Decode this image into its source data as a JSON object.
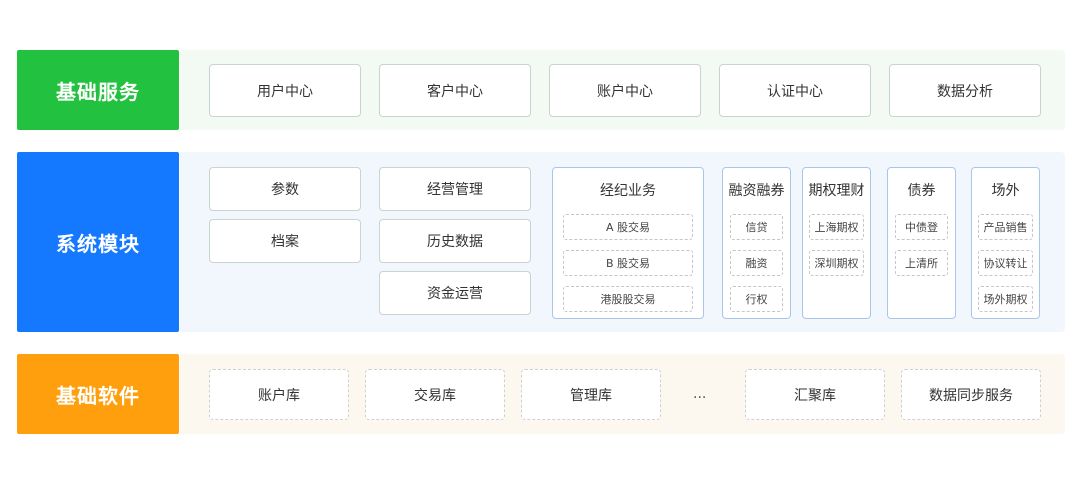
{
  "colors": {
    "basic_services": "#22c13f",
    "system_modules": "#1479ff",
    "basic_software": "#ff9f0d",
    "bg_green": "#f3faf4",
    "bg_blue": "#f2f7fd",
    "bg_orange": "#fdf8ef"
  },
  "basic_services": {
    "label": "基础服务",
    "items": [
      "用户中心",
      "客户中心",
      "账户中心",
      "认证中心",
      "数据分析"
    ]
  },
  "system_modules": {
    "label": "系统模块",
    "col1": [
      "参数",
      "档案"
    ],
    "col2": [
      "经营管理",
      "历史数据",
      "资金运营"
    ],
    "brokerage": {
      "title": "经纪业务",
      "items": [
        "A 股交易",
        "B 股交易",
        "港股股交易"
      ]
    },
    "margin": {
      "title": "融资融券",
      "items": [
        "信贷",
        "融资",
        "行权"
      ]
    },
    "options": {
      "title": "期权理财",
      "items": [
        "上海期权",
        "深圳期权"
      ]
    },
    "bonds": {
      "title": "债券",
      "items": [
        "中债登",
        "上清所"
      ]
    },
    "otc": {
      "title": "场外",
      "items": [
        "产品销售",
        "协议转让",
        "场外期权"
      ]
    }
  },
  "basic_software": {
    "label": "基础软件",
    "items": [
      "账户库",
      "交易库",
      "管理库",
      "汇聚库",
      "数据同步服务"
    ],
    "ellipsis": "..."
  }
}
